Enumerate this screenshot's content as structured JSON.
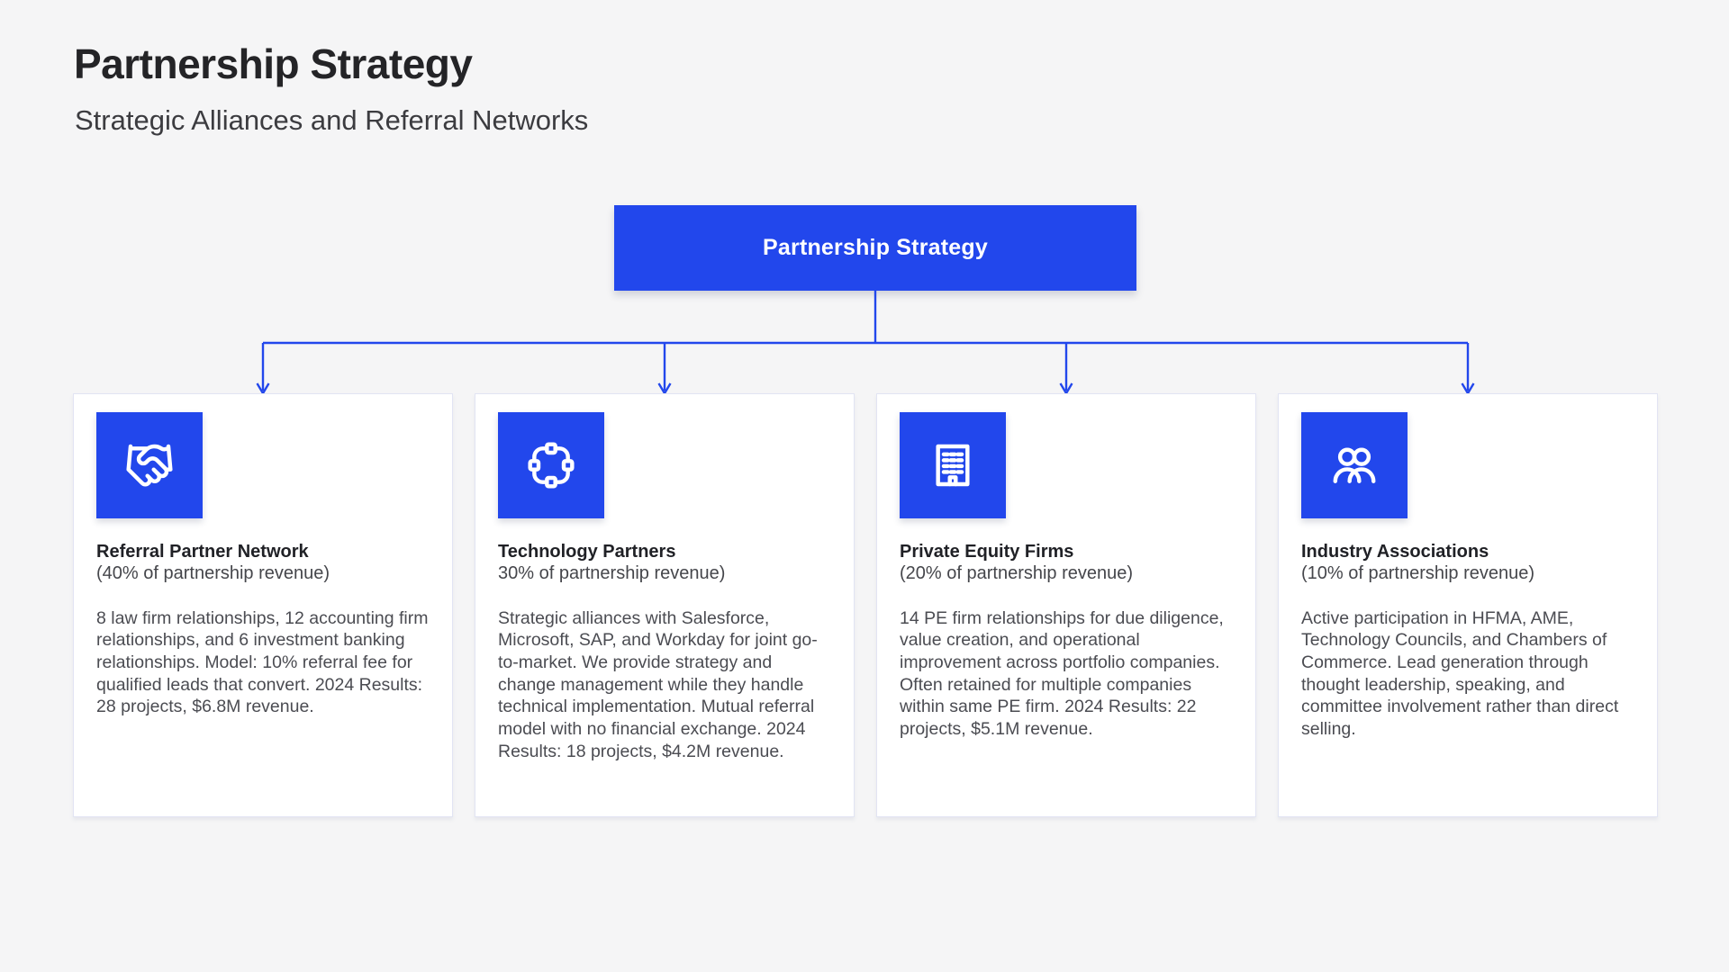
{
  "header": {
    "title": "Partnership Strategy",
    "subtitle": "Strategic Alliances and Referral Networks"
  },
  "colors": {
    "accent_blue": "#2247ec",
    "page_background": "#f5f5f6",
    "card_background": "#ffffff",
    "card_border": "#e2e4f3",
    "heading_text": "#242427",
    "body_text": "#4b4c52"
  },
  "diagram": {
    "root": {
      "label": "Partnership Strategy"
    },
    "nodes": [
      {
        "icon": "handshake-icon",
        "title": "Referral Partner Network",
        "subtitle": "(40% of partnership revenue)",
        "body": "8 law firm relationships, 12 accounting firm relationships, and 6 investment banking relationships. Model: 10% referral fee for qualified leads that convert. 2024 Results: 28 projects, $6.8M revenue."
      },
      {
        "icon": "network-nodes-icon",
        "title": "Technology Partners",
        "subtitle": "30% of partnership revenue)",
        "body": "Strategic alliances with Salesforce, Microsoft, SAP, and Workday for joint go-to-market. We provide strategy and change management while they handle technical implementation. Mutual referral model with no financial exchange. 2024 Results: 18 projects, $4.2M revenue."
      },
      {
        "icon": "building-icon",
        "title": "Private Equity Firms",
        "subtitle": "(20% of partnership revenue)",
        "body": "14 PE firm relationships for due diligence, value creation, and operational improvement across portfolio companies. Often retained for multiple companies within same PE firm. 2024 Results: 22 projects, $5.1M revenue."
      },
      {
        "icon": "users-icon",
        "title": "Industry Associations",
        "subtitle": "(10% of partnership revenue)",
        "body": "Active participation in HFMA, AME, Technology Councils, and Chambers of Commerce. Lead generation through thought leadership, speaking, and committee involvement rather than direct selling."
      }
    ]
  }
}
